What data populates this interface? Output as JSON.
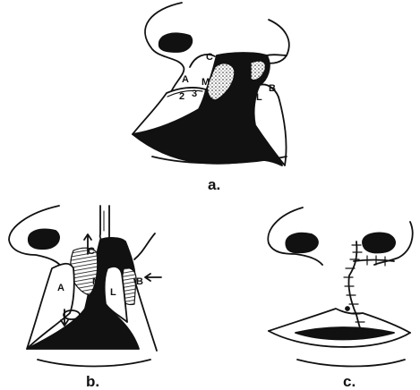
{
  "panels": {
    "a": {
      "caption": "a.",
      "labels": {
        "c": "C",
        "a": "A",
        "m": "M",
        "n2": "2",
        "n3": "3",
        "l": "L",
        "b": "B"
      }
    },
    "b": {
      "caption": "b.",
      "labels": {
        "c": "C",
        "a": "A",
        "m": "M",
        "l": "L",
        "b": "B"
      }
    },
    "c": {
      "caption": "c."
    }
  },
  "colors": {
    "ink": "#111111",
    "paper": "#ffffff"
  }
}
